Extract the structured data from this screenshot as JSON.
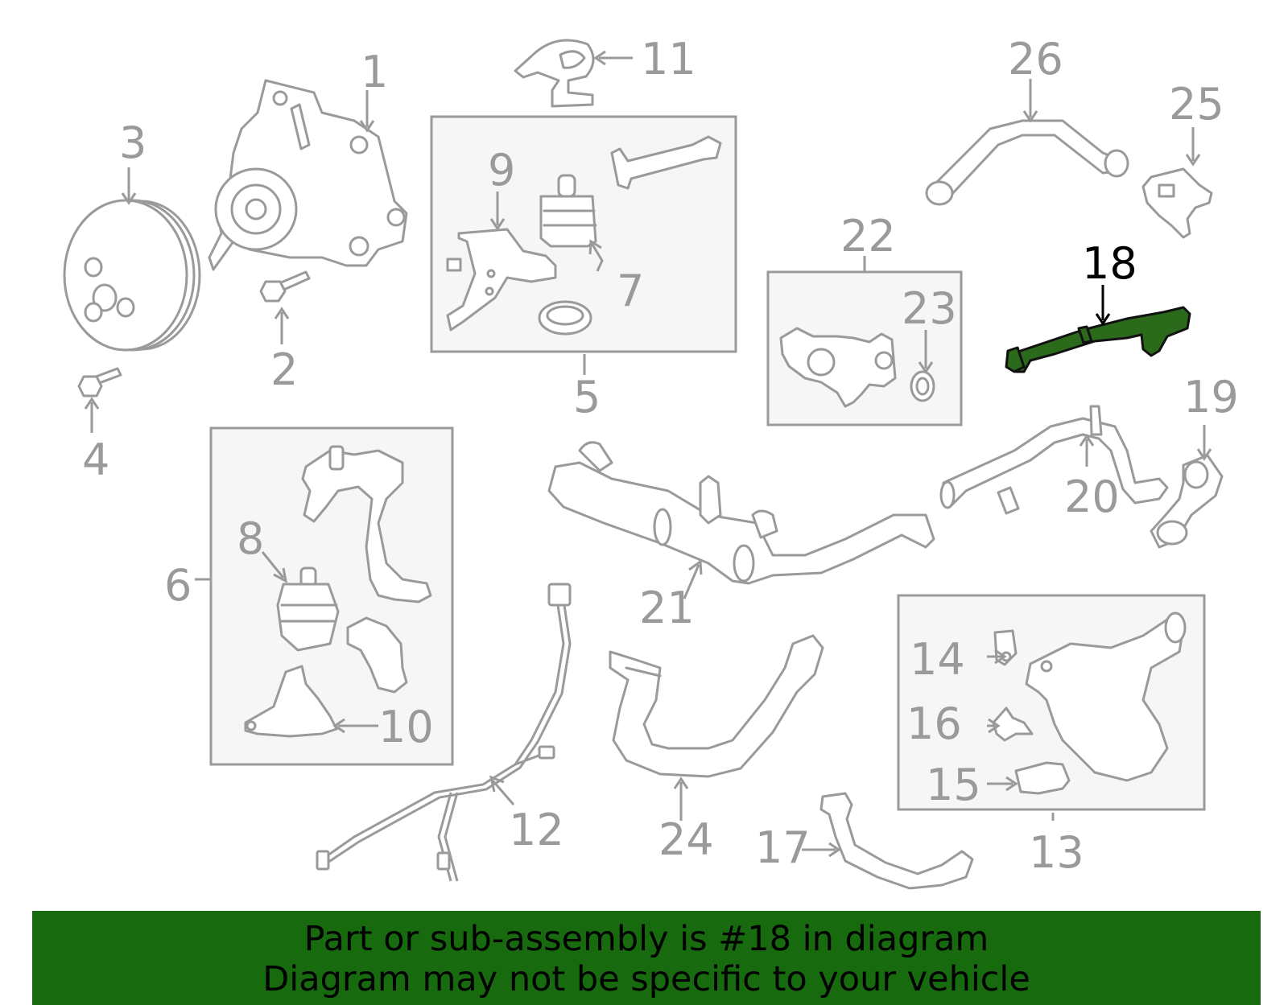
{
  "diagram": {
    "highlight_color": "#176a0d",
    "highlighted_part": "18",
    "callouts": {
      "c1": "1",
      "c2": "2",
      "c3": "3",
      "c4": "4",
      "c5": "5",
      "c6": "6",
      "c7": "7",
      "c8": "8",
      "c9": "9",
      "c10": "10",
      "c11": "11",
      "c12": "12",
      "c13": "13",
      "c14": "14",
      "c15": "15",
      "c16": "16",
      "c17": "17",
      "c18": "18",
      "c19": "19",
      "c20": "20",
      "c21": "21",
      "c22": "22",
      "c23": "23",
      "c24": "24",
      "c25": "25",
      "c26": "26"
    }
  },
  "banner": {
    "line1": "Part or sub-assembly is #18 in diagram",
    "line2": "Diagram may not be specific to your vehicle"
  }
}
